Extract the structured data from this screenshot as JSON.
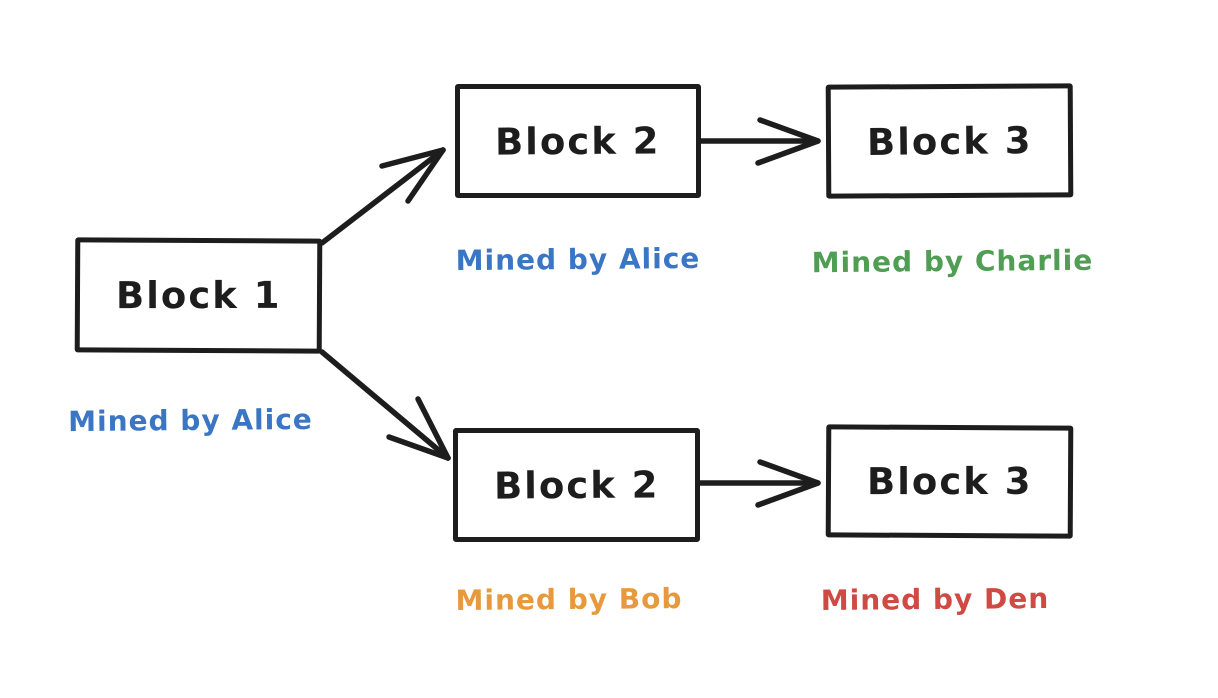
{
  "diagram": {
    "kind": "blockchain-fork-flowchart",
    "colors": {
      "stroke": "#1d1d1d",
      "block_background": "#ffffff",
      "alice_blue": "#3b76c4",
      "charlie_green": "#4f9e53",
      "bob_orange": "#e79a3d",
      "den_red": "#cf4a42"
    },
    "nodes": [
      {
        "id": "block1",
        "label": "Block 1",
        "miner": "Mined by Alice",
        "miner_color": "#3b76c4"
      },
      {
        "id": "block2-top",
        "label": "Block 2",
        "miner": "Mined by Alice",
        "miner_color": "#3b76c4"
      },
      {
        "id": "block3-top",
        "label": "Block 3",
        "miner": "Mined by Charlie",
        "miner_color": "#4f9e53"
      },
      {
        "id": "block2-bottom",
        "label": "Block 2",
        "miner": "Mined by Bob",
        "miner_color": "#e79a3d"
      },
      {
        "id": "block3-bottom",
        "label": "Block 3",
        "miner": "Mined by Den",
        "miner_color": "#cf4a42"
      }
    ],
    "edges": [
      {
        "from": "block1",
        "to": "block2-top"
      },
      {
        "from": "block1",
        "to": "block2-bottom"
      },
      {
        "from": "block2-top",
        "to": "block3-top"
      },
      {
        "from": "block2-bottom",
        "to": "block3-bottom"
      }
    ]
  }
}
